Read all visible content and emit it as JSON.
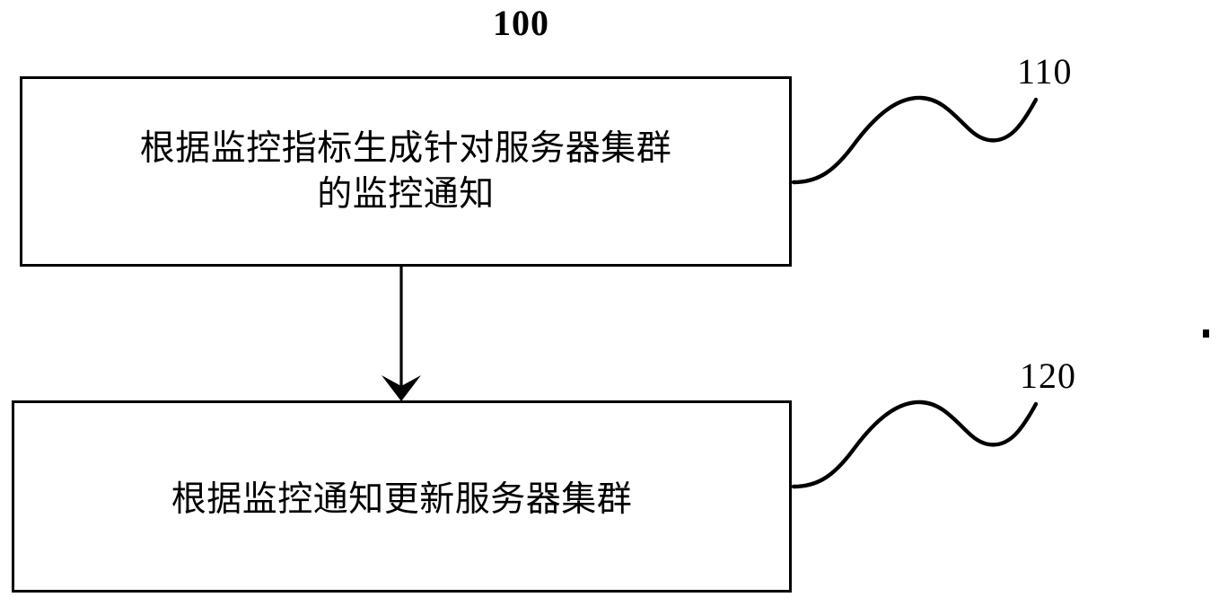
{
  "figure": {
    "figure_number": "100",
    "boxes": [
      {
        "ref": "110",
        "text": "根据监控指标生成针对服务器集群\n的监控通知"
      },
      {
        "ref": "120",
        "text": "根据监控通知更新服务器集群"
      }
    ],
    "connector": {
      "type": "arrow",
      "direction": "down",
      "from_ref": "110",
      "to_ref": "120"
    },
    "colors": {
      "line": "#000000",
      "background": "#ffffff",
      "text": "#000000"
    }
  }
}
